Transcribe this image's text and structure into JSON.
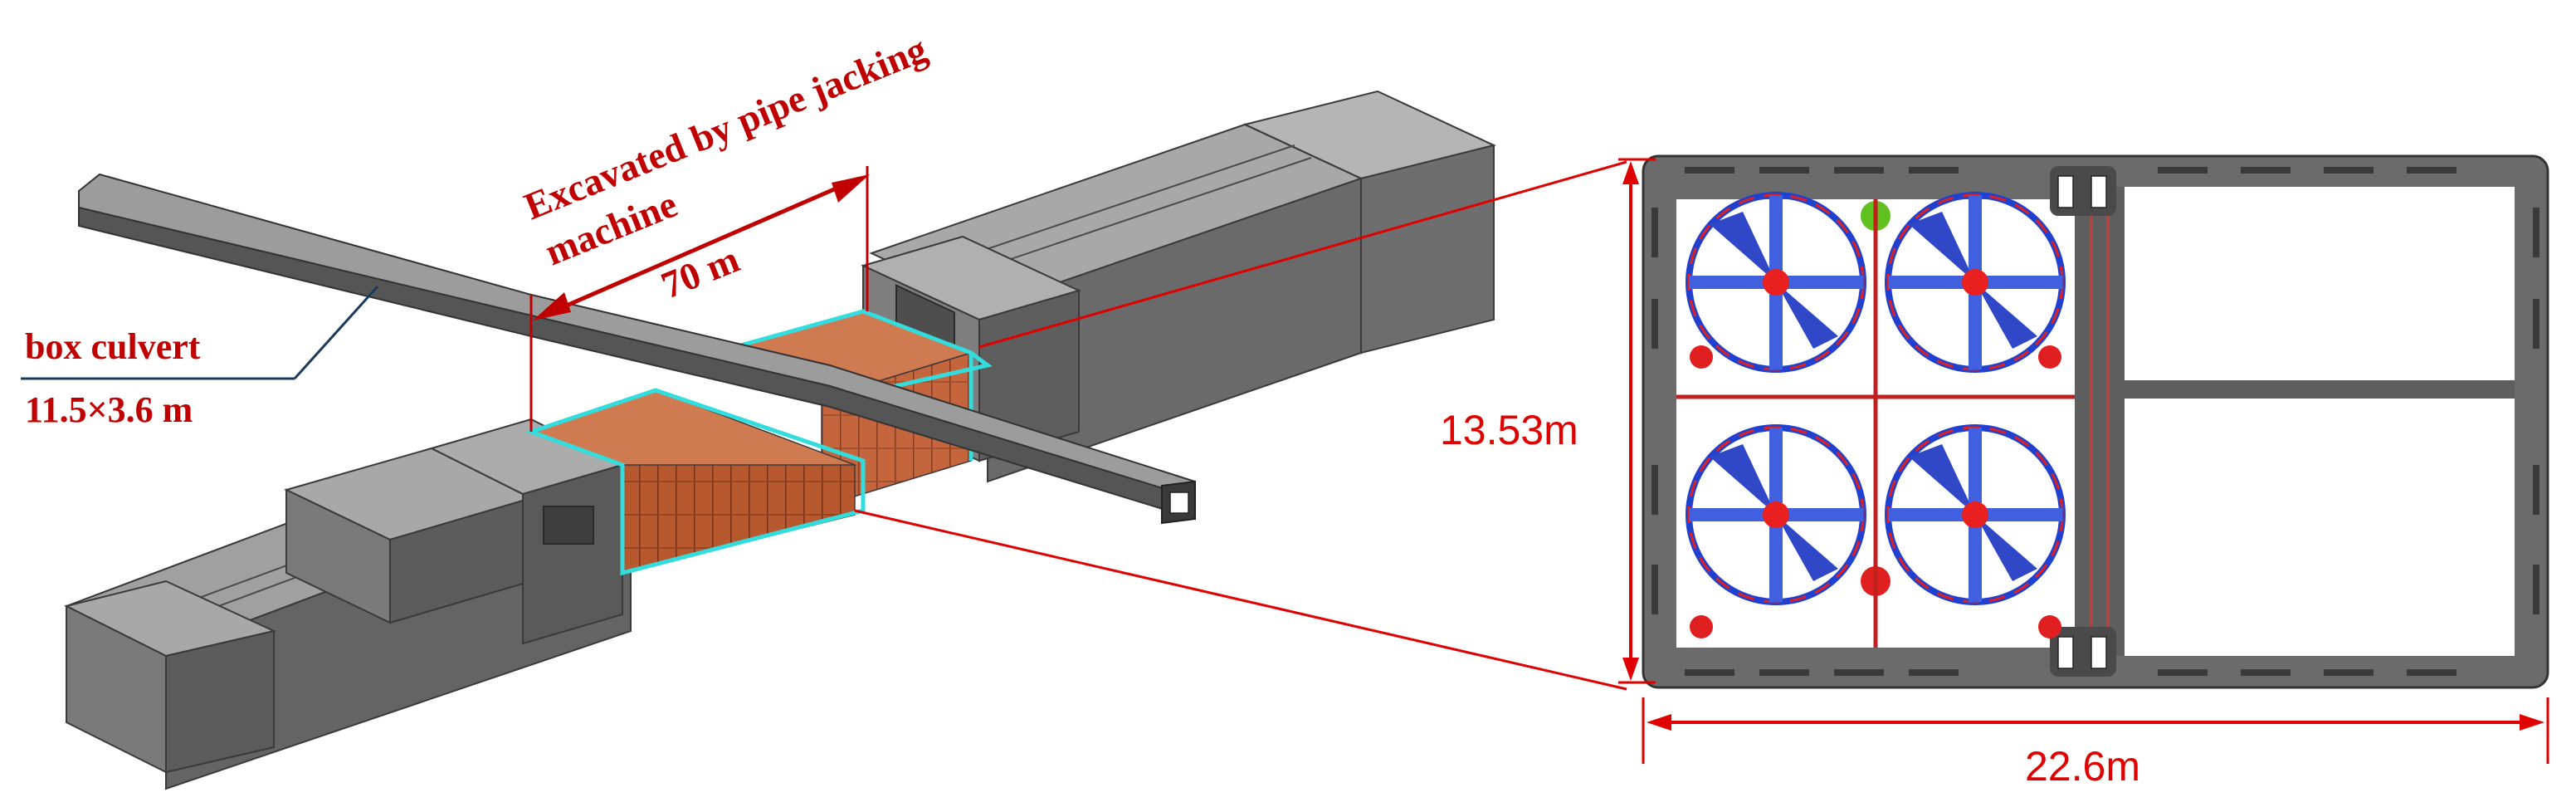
{
  "left_figure": {
    "excavation_label_line1": "Excavated by pipe jacking",
    "excavation_label_line2": "machine",
    "length_label": "70 m",
    "culvert_label_line1": "box culvert",
    "culvert_label_line2": "11.5×3.6 m"
  },
  "right_figure": {
    "height_label": "13.53m",
    "width_label": "22.6m"
  },
  "colors": {
    "annotation_red": "#c00000",
    "dimension_red": "#e00000",
    "concrete_gray": "#8a8a8a",
    "concrete_dark": "#5a5a5a",
    "segment_orange": "#c8643c",
    "outline_cyan": "#33dddd",
    "leader_navy": "#1a3a5c",
    "section_frame": "#6b6b6b"
  }
}
